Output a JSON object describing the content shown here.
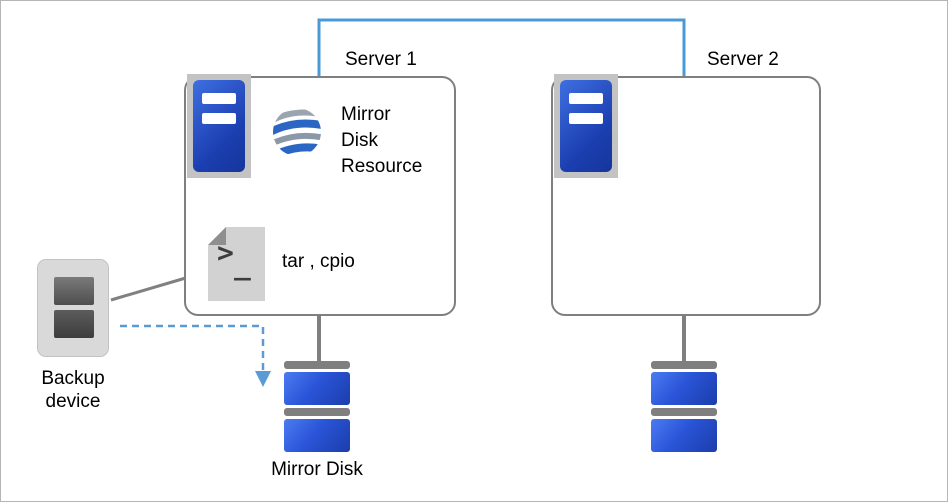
{
  "diagram": {
    "server1_label": "Server 1",
    "server2_label": "Server 2",
    "mirror_disk_resource_label": "Mirror\nDisk\nResource",
    "script_label": "tar , cpio",
    "script_glyph_gt": ">",
    "script_glyph_underscore": "_",
    "backup_device_label": "Backup\ndevice",
    "mirror_disk_label": "Mirror Disk",
    "icons": {
      "server_icon": "server-tower",
      "swirl_icon": "mirror-disk-resource-sphere",
      "script_icon": "terminal-script-page",
      "backup_icon": "backup-tape-device",
      "disk_icon": "mirror-disk-stack"
    },
    "colors": {
      "network_link_blue": "#4a9ad8",
      "dashed_arrow_blue": "#5b9bd5",
      "box_border_gray": "#7f7f7f",
      "connector_gray": "#7f7f7f",
      "server_blue": "#1b3fb0",
      "disk_blue": "#2a55d8",
      "icon_frame_gray": "#c3c3c3",
      "device_gray": "#d9d9d9"
    }
  }
}
